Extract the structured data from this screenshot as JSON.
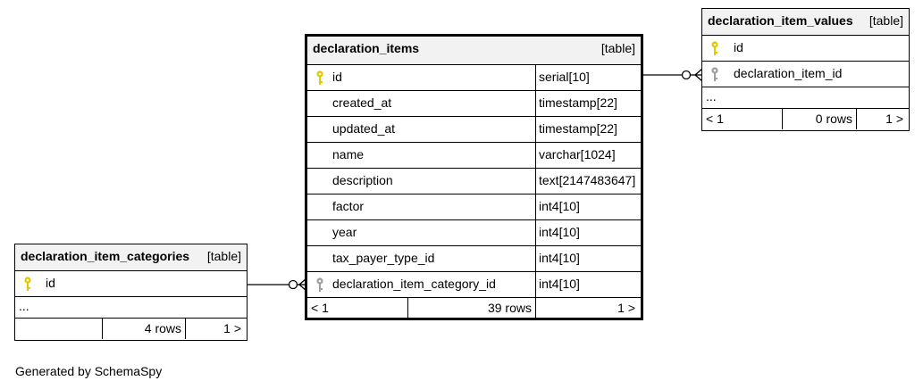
{
  "tables": {
    "main": {
      "name": "declaration_items",
      "kind": "[table]",
      "columns": [
        {
          "name": "id",
          "type": "serial[10]"
        },
        {
          "name": "created_at",
          "type": "timestamp[22]"
        },
        {
          "name": "updated_at",
          "type": "timestamp[22]"
        },
        {
          "name": "name",
          "type": "varchar[1024]"
        },
        {
          "name": "description",
          "type": "text[2147483647]"
        },
        {
          "name": "factor",
          "type": "int4[10]"
        },
        {
          "name": "year",
          "type": "int4[10]"
        },
        {
          "name": "tax_payer_type_id",
          "type": "int4[10]"
        },
        {
          "name": "declaration_item_category_id",
          "type": "int4[10]"
        }
      ],
      "footer": {
        "parents": "< 1",
        "rows": "39 rows",
        "children": "1 >"
      }
    },
    "values": {
      "name": "declaration_item_values",
      "kind": "[table]",
      "columns": [
        {
          "name": "id"
        },
        {
          "name": "declaration_item_id"
        }
      ],
      "ellipsis": "...",
      "footer": {
        "parents": "< 1",
        "rows": "0 rows",
        "children": "1 >"
      }
    },
    "categories": {
      "name": "declaration_item_categories",
      "kind": "[table]",
      "columns": [
        {
          "name": "id"
        }
      ],
      "ellipsis": "...",
      "footer": {
        "parents": "",
        "rows": "4 rows",
        "children": "1 >"
      }
    }
  },
  "caption": "Generated by SchemaSpy",
  "colors": {
    "header_bg": "#f2f2f2",
    "primary_key": "#e6c800",
    "foreign_key": "#a0a0a0",
    "line": "#000000"
  },
  "icons": {
    "primary_key": "key-icon",
    "foreign_key": "foreign-key-icon"
  }
}
